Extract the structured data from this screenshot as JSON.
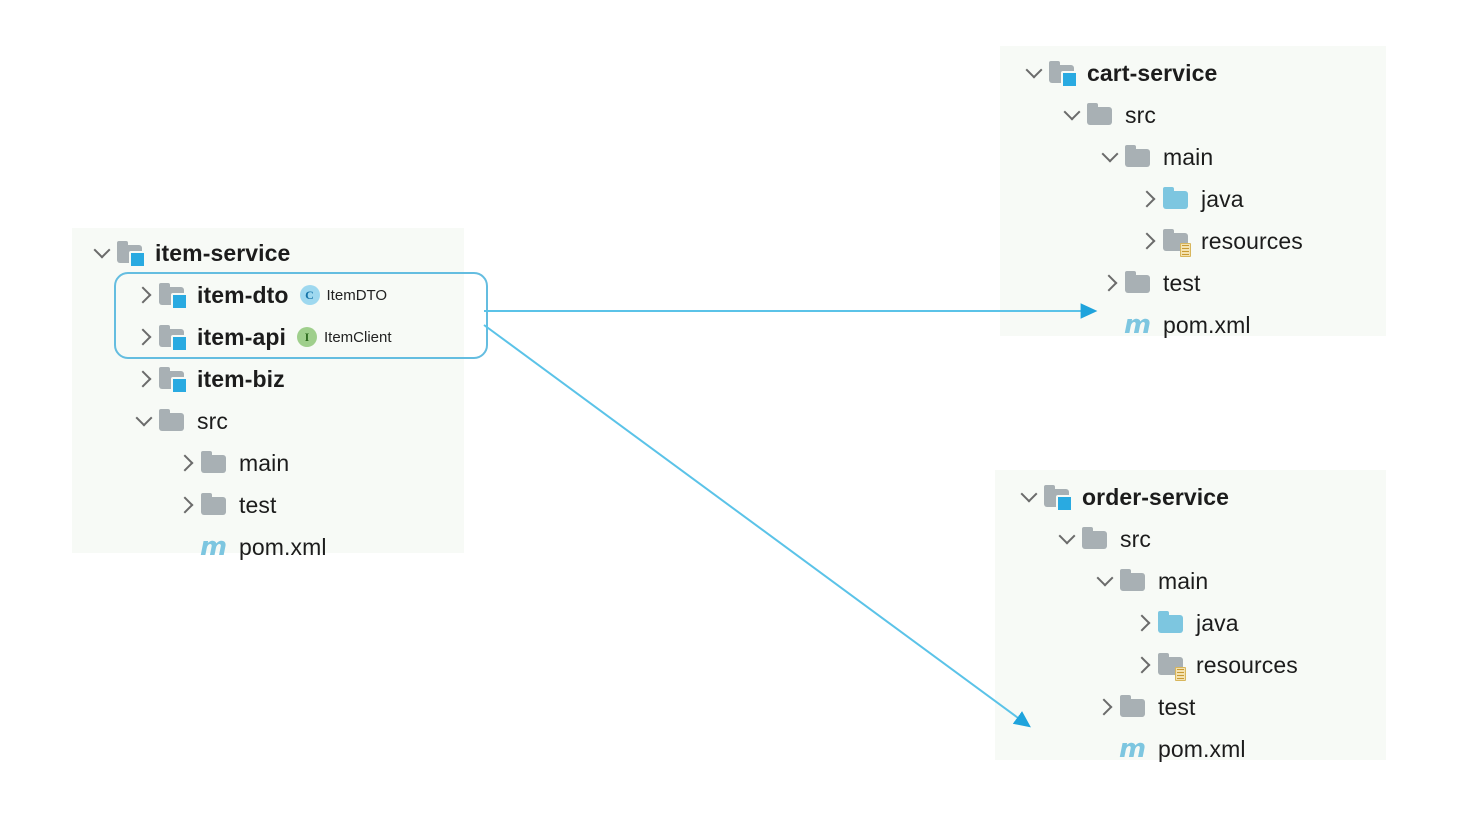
{
  "theme": {
    "canvas_bg": "#ffffff",
    "panel_bg": "#f7faf6",
    "accent_blue": "#29aae1",
    "arrow_blue": "#35b3e0",
    "highlight_border": "#64bde0",
    "folder_gray": "#a8b0b4",
    "java_folder_blue": "#7dc6e0",
    "maven_blue": "#7dc6e0",
    "class_chip_bg": "#9ed8ef",
    "interface_chip_bg": "#9fcf8c",
    "text": "#1c1c1c"
  },
  "panels": {
    "item_service": {
      "name": "item-service-tree",
      "rows": [
        {
          "id": "item-service",
          "label": "item-service",
          "bold": true,
          "depth": 0,
          "chevron": "down",
          "icon": "module-folder"
        },
        {
          "id": "item-dto",
          "label": "item-dto",
          "bold": true,
          "depth": 1,
          "chevron": "right",
          "icon": "module-folder",
          "chip": {
            "kind": "class",
            "letter": "C",
            "name": "ItemDTO"
          }
        },
        {
          "id": "item-api",
          "label": "item-api",
          "bold": true,
          "depth": 1,
          "chevron": "right",
          "icon": "module-folder",
          "chip": {
            "kind": "interface",
            "letter": "I",
            "name": "ItemClient"
          }
        },
        {
          "id": "item-biz",
          "label": "item-biz",
          "bold": true,
          "depth": 1,
          "chevron": "right",
          "icon": "module-folder"
        },
        {
          "id": "src",
          "label": "src",
          "bold": false,
          "depth": 1,
          "chevron": "down",
          "icon": "folder"
        },
        {
          "id": "main",
          "label": "main",
          "bold": false,
          "depth": 2,
          "chevron": "right",
          "icon": "folder"
        },
        {
          "id": "test",
          "label": "test",
          "bold": false,
          "depth": 2,
          "chevron": "right",
          "icon": "folder"
        },
        {
          "id": "pom-xml",
          "label": "pom.xml",
          "bold": false,
          "depth": 2,
          "chevron": "none",
          "icon": "maven",
          "icon_glyph": "m"
        }
      ]
    },
    "cart_service": {
      "name": "cart-service-tree",
      "rows": [
        {
          "id": "cart-service",
          "label": "cart-service",
          "bold": true,
          "depth": 0,
          "chevron": "down",
          "icon": "module-folder"
        },
        {
          "id": "src",
          "label": "src",
          "bold": false,
          "depth": 1,
          "chevron": "down",
          "icon": "folder"
        },
        {
          "id": "main",
          "label": "main",
          "bold": false,
          "depth": 2,
          "chevron": "down",
          "icon": "folder"
        },
        {
          "id": "java",
          "label": "java",
          "bold": false,
          "depth": 3,
          "chevron": "right",
          "icon": "java-folder"
        },
        {
          "id": "resources",
          "label": "resources",
          "bold": false,
          "depth": 3,
          "chevron": "right",
          "icon": "resources-folder"
        },
        {
          "id": "test",
          "label": "test",
          "bold": false,
          "depth": 2,
          "chevron": "right",
          "icon": "folder"
        },
        {
          "id": "pom-xml",
          "label": "pom.xml",
          "bold": false,
          "depth": 2,
          "chevron": "none",
          "icon": "maven",
          "icon_glyph": "m"
        }
      ]
    },
    "order_service": {
      "name": "order-service-tree",
      "rows": [
        {
          "id": "order-service",
          "label": "order-service",
          "bold": true,
          "depth": 0,
          "chevron": "down",
          "icon": "module-folder"
        },
        {
          "id": "src",
          "label": "src",
          "bold": false,
          "depth": 1,
          "chevron": "down",
          "icon": "folder"
        },
        {
          "id": "main",
          "label": "main",
          "bold": false,
          "depth": 2,
          "chevron": "down",
          "icon": "folder"
        },
        {
          "id": "java",
          "label": "java",
          "bold": false,
          "depth": 3,
          "chevron": "right",
          "icon": "java-folder"
        },
        {
          "id": "resources",
          "label": "resources",
          "bold": false,
          "depth": 3,
          "chevron": "right",
          "icon": "resources-folder"
        },
        {
          "id": "test",
          "label": "test",
          "bold": false,
          "depth": 2,
          "chevron": "right",
          "icon": "folder"
        },
        {
          "id": "pom-xml",
          "label": "pom.xml",
          "bold": false,
          "depth": 2,
          "chevron": "none",
          "icon": "maven",
          "icon_glyph": "m"
        }
      ]
    }
  },
  "highlight": {
    "name": "item-dto-api-highlight",
    "targets": [
      "item-dto",
      "item-api"
    ]
  },
  "connectors": [
    {
      "id": "to-cart-pom",
      "from": "item-dto-api-highlight",
      "to": "cart-service.pom.xml"
    },
    {
      "id": "to-order-pom",
      "from": "item-dto-api-highlight",
      "to": "order-service.pom.xml"
    }
  ]
}
